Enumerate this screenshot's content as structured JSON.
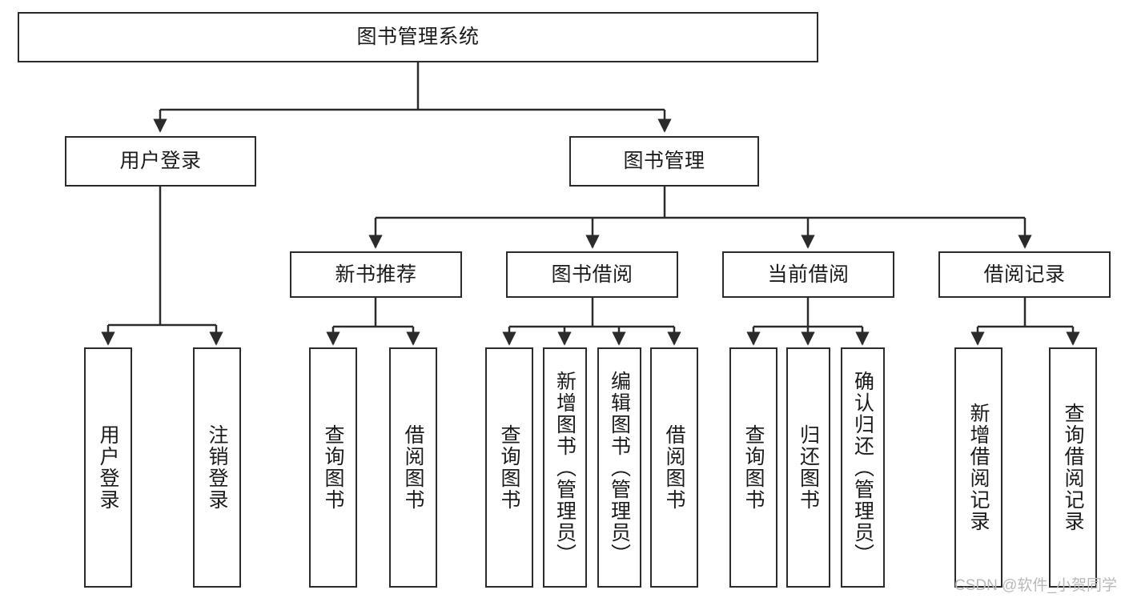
{
  "diagram": {
    "title": "图书管理系统",
    "type": "功能结构图",
    "watermark": "CSDN @软件_小贺同学",
    "style": {
      "background": "#ffffff",
      "box_border": "#2b2b2b",
      "edge_color": "#2b2b2b",
      "text_color": "#1b1b1b",
      "watermark_color": "#b9b9b9"
    }
  },
  "nodes": {
    "root": {
      "label": "图书管理系统"
    },
    "level2": [
      {
        "id": "user-login",
        "label": "用户登录"
      },
      {
        "id": "book-manage",
        "label": "图书管理"
      }
    ],
    "level3": [
      {
        "id": "new-book-recommend",
        "label": "新书推荐"
      },
      {
        "id": "book-borrow",
        "label": "图书借阅"
      },
      {
        "id": "current-borrow",
        "label": "当前借阅"
      },
      {
        "id": "borrow-record",
        "label": "借阅记录"
      }
    ],
    "leaves": {
      "user_login": [
        {
          "id": "leaf-user-login",
          "label": "用户登录"
        },
        {
          "id": "leaf-logout-login",
          "label": "注销登录"
        }
      ],
      "new_book_recommend": [
        {
          "id": "leaf-query-book-1",
          "label": "查询图书"
        },
        {
          "id": "leaf-borrow-book-1",
          "label": "借阅图书"
        }
      ],
      "book_borrow": [
        {
          "id": "leaf-query-book-2",
          "label": "查询图书"
        },
        {
          "id": "leaf-add-book",
          "label": "新增图书（管理员）"
        },
        {
          "id": "leaf-edit-book",
          "label": "编辑图书（管理员）"
        },
        {
          "id": "leaf-borrow-book-2",
          "label": "借阅图书"
        }
      ],
      "current_borrow": [
        {
          "id": "leaf-query-book-3",
          "label": "查询图书"
        },
        {
          "id": "leaf-return-book",
          "label": "归还图书"
        },
        {
          "id": "leaf-confirm-return",
          "label": "确认归还（管理员）"
        }
      ],
      "borrow_record": [
        {
          "id": "leaf-add-record",
          "label": "新增借阅记录"
        },
        {
          "id": "leaf-query-record",
          "label": "查询借阅记录"
        }
      ]
    }
  }
}
